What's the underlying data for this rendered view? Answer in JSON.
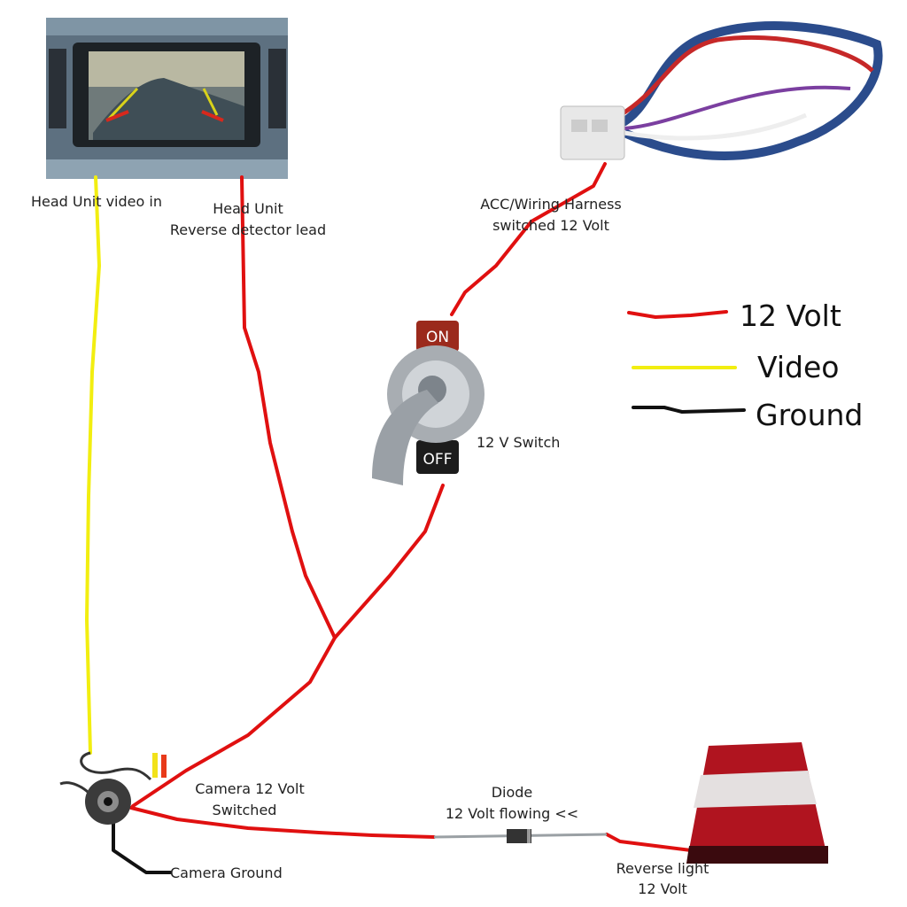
{
  "labels": {
    "head_unit_video": "Head Unit video in",
    "head_unit_reverse_1": "Head Unit",
    "head_unit_reverse_2": "Reverse detector lead",
    "acc_1": "ACC/Wiring Harness",
    "acc_2": "switched 12 Volt",
    "switch": "12 V Switch",
    "switch_on": "ON",
    "switch_off": "OFF",
    "camera_power_1": "Camera 12 Volt",
    "camera_power_2": "Switched",
    "diode_1": "Diode",
    "diode_2": "12 Volt flowing <<",
    "camera_ground": "Camera Ground",
    "reverse_light_1": "Reverse light",
    "reverse_light_2": "12 Volt"
  },
  "legend": [
    {
      "label": "12 Volt",
      "color": "#e01010"
    },
    {
      "label": "Video",
      "color": "#f2ee10"
    },
    {
      "label": "Ground",
      "color": "#111111"
    }
  ],
  "colors": {
    "power": "#e01010",
    "video": "#f2ee10",
    "ground": "#111111"
  }
}
